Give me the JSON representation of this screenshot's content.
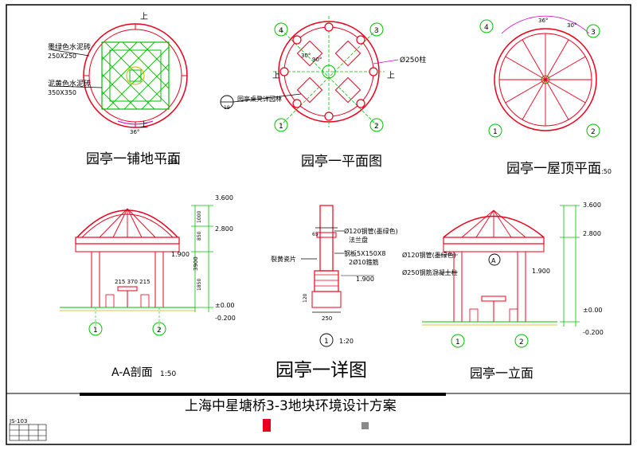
{
  "sheet": {
    "project_title": "上海中星塘桥3-3地块环境设计方案",
    "main_title": "园亭一详图",
    "drawing_code": "JS-103"
  },
  "views": {
    "paving_plan": {
      "title": "园亭一铺地平面",
      "scale": "1:50",
      "label_tile1": "墨绿色水泥砖",
      "label_tile1_size": "250X250",
      "label_tile2": "泥黄色水泥砖",
      "label_tile2_size": "350X350",
      "dim_angle": "36°",
      "direction_mark": "上"
    },
    "floor_plan": {
      "title": "园亭一平面图",
      "angle_90": "90°",
      "angle_30": "30°",
      "column_label": "Ø250柱",
      "callout_text": "园亭桌凳详园林",
      "callout_ref": "19",
      "direction_mark": "上",
      "axis_1": "1",
      "axis_2": "2",
      "axis_3": "3",
      "axis_4": "4"
    },
    "roof_plan": {
      "title": "园亭一屋顶平面",
      "scale": "1:50",
      "angle_36": "36°",
      "angle_30": "30°",
      "axis_1": "1",
      "axis_2": "2",
      "axis_3": "3",
      "axis_4": "4"
    },
    "section_aa": {
      "title": "A-A剖面",
      "scale": "1:50",
      "elev_top": "3.600",
      "elev_mid": "2.800",
      "elev_low": "1.900",
      "elev_zero": "±0.00",
      "elev_neg": "-0.200",
      "dim_total": "3900",
      "dim_a": "1000",
      "dim_b": "850",
      "dim_c": "1850",
      "table_dims": "215 370 215",
      "axis_1": "1",
      "axis_2": "2"
    },
    "detail": {
      "scale": "1:20",
      "label_pipe": "Ø120钢管(墨绿色)",
      "label_flange": "法兰盘",
      "label_plate": "钢板5X150X8",
      "label_rebar": "2Ø10箍筋",
      "label_tile": "裂黄瓷片",
      "elev": "1.900",
      "dim_250": "250",
      "dim_65": "65",
      "dim_120": "120",
      "detail_ref": "1"
    },
    "elevation": {
      "title": "园亭一立面",
      "label_pipe": "Ø120钢管(墨绿色)",
      "label_column": "Ø250钢筋混凝土柱",
      "section_mark": "A",
      "elev_top": "3.600",
      "elev_mid": "2.800",
      "elev_low": "1.900",
      "elev_zero": "±0.00",
      "elev_neg": "-0.200",
      "axis_1": "1",
      "axis_2": "2"
    }
  },
  "colors": {
    "line_red": "#e8001c",
    "line_green": "#00c000",
    "line_yellow": "#d0b000",
    "line_magenta": "#d000d0",
    "line_cyan": "#00a0c0",
    "text": "#000000"
  }
}
